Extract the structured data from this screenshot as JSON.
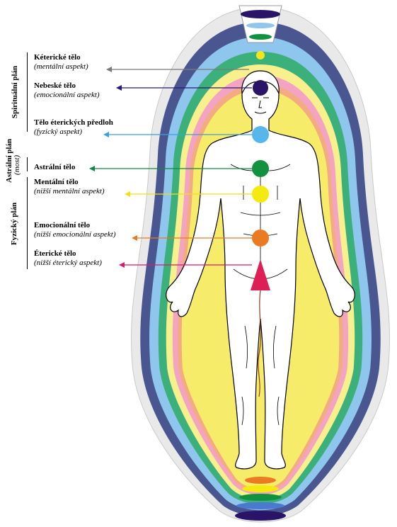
{
  "planes": [
    {
      "label": "Spirituální plán"
    },
    {
      "label": "Astrální plán",
      "sub": "(most)"
    },
    {
      "label": "Fyzický plán"
    }
  ],
  "bodies": [
    {
      "title": "Kéterické tělo",
      "aspect": "(mentální aspekt)",
      "color": "#7a7a7a",
      "chakra": "#f5e51e"
    },
    {
      "title": "Nebeské tělo",
      "aspect": "(emocionální aspekt)",
      "color": "#2a1a7a",
      "chakra": "#2a1468"
    },
    {
      "title": "Tělo éterických předloh",
      "aspect": "(fyzický aspekt)",
      "color": "#3aa0e0",
      "chakra": "#57b6ec"
    },
    {
      "title": "Astrální tělo",
      "aspect": "",
      "color": "#0f8a44",
      "chakra": "#12913f"
    },
    {
      "title": "Mentální tělo",
      "aspect": "(nižší mentální aspekt)",
      "color": "#f0e015",
      "chakra": "#f5ea10"
    },
    {
      "title": "Emocionální tělo",
      "aspect": "(nižší emocionální aspekt)",
      "color": "#e87a25",
      "chakra": "#ea7b22"
    },
    {
      "title": "Éterické tělo",
      "aspect": "(nižší éterický aspekt)",
      "color": "#d81a6e",
      "chakra": "#dc1f55"
    }
  ],
  "aura_layers": [
    "#e9e9e9",
    "#4a5690",
    "#8fc6ee",
    "#3bb07a",
    "#f7f08c",
    "#f3a4c2",
    "#f3ab80",
    "#f7ec6a"
  ]
}
